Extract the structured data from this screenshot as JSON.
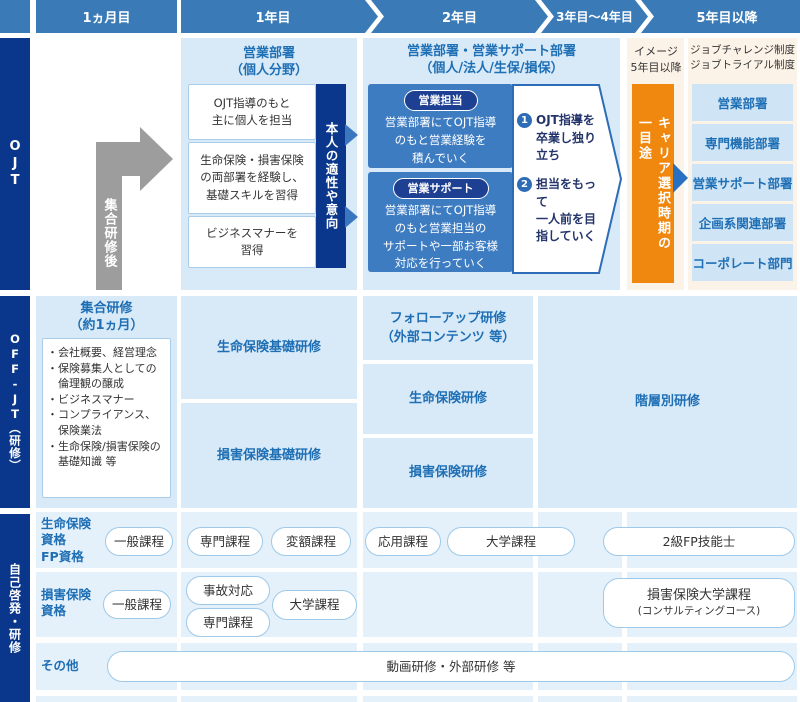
{
  "colors": {
    "header_blue": "#3a7ab6",
    "navy": "#0a378c",
    "panel_blue": "#d8eaf8",
    "cell_blue": "#e4f1fb",
    "dept_box_blue": "#cfe5f6",
    "role_box_blue": "#3e7cc2",
    "badge_navy": "#1e4093",
    "accent_text_blue": "#1f6fb5",
    "pentagon_border_blue": "#2d6db7",
    "arrow_triangle_blue": "#3a77be",
    "career_triangle_blue": "#2a70c2",
    "orange": "#f0870e",
    "cream": "#fcf3e8",
    "gray_arrow": "#9d9d9d",
    "pill_border": "#9fc9e8",
    "dark_text": "#333333"
  },
  "header": {
    "cells": [
      "1ヵ月目",
      "1年目",
      "2年目",
      "3年目～4年目",
      "5年目以降"
    ]
  },
  "sidebars": {
    "ojt": "OJT",
    "offjt": "OFF-JT（研修）",
    "self": "自己啓発・研修"
  },
  "ojt": {
    "gray_arrow": "集合研修後",
    "year1": {
      "title": "営業部署\n（個人分野）",
      "boxes": [
        "OJT指導のもと\n主に個人を担当",
        "生命保険・損害保険\nの両部署を経験し、\n基礎スキルを習得",
        "ビジネスマナーを\n習得"
      ],
      "aptitude_bar": "本人の適性や意向"
    },
    "year2": {
      "title": "営業部署・営業サポート部署\n（個人/法人/生保/損保）",
      "roles": [
        {
          "badge": "営業担当",
          "text": "営業部署にてOJT指導\nのもと営業経験を\n積んでいく"
        },
        {
          "badge": "営業サポート",
          "text": "営業部署にてOJT指導\nのもと営業担当の\nサポートや一部お客様\n対応を行っていく"
        }
      ],
      "goals": [
        {
          "num": "1",
          "text": "OJT指導を\n卒業し独り\n立ち"
        },
        {
          "num": "2",
          "text": "担当をもって\n一人前を目\n指していく"
        }
      ]
    },
    "year5": {
      "image_label": "イメージ\n5年目以降",
      "career_bar": "キャリア選択時期の\n一目途",
      "job_systems": "ジョブチャレンジ制度\nジョブトライアル制度",
      "departments": [
        "営業部署",
        "専門機能部署",
        "営業サポート部署",
        "企画系関連部署",
        "コーポレート部門"
      ]
    }
  },
  "offjt": {
    "group": {
      "title": "集合研修\n（約1ヵ月）",
      "bullets": [
        "・会社概要、経営理念",
        "・保険募集人としての倫理観の醸成",
        "・ビジネスマナー",
        "・コンプライアンス、保険業法",
        "・生命保険/損害保険の基礎知識 等"
      ]
    },
    "courses": [
      "生命保険基礎研修",
      "損害保険基礎研修",
      "フォローアップ研修\n（外部コンテンツ 等）",
      "生命保険研修",
      "損害保険研修",
      "階層別研修"
    ]
  },
  "self_dev": {
    "rows": [
      {
        "label": "生命保険\n資格\nFP資格",
        "pills": [
          "一般課程",
          "専門課程",
          "変額課程",
          "応用課程",
          "大学課程",
          "2級FP技能士"
        ]
      },
      {
        "label": "損害保険\n資格",
        "pills": [
          "一般課程",
          "事故対応",
          "専門課程",
          "大学課程"
        ],
        "pill_big_line1": "損害保険大学課程",
        "pill_big_line2": "(コンサルティングコース)"
      },
      {
        "label": "その他",
        "pills": [
          "動画研修・外部研修 等"
        ]
      }
    ]
  }
}
